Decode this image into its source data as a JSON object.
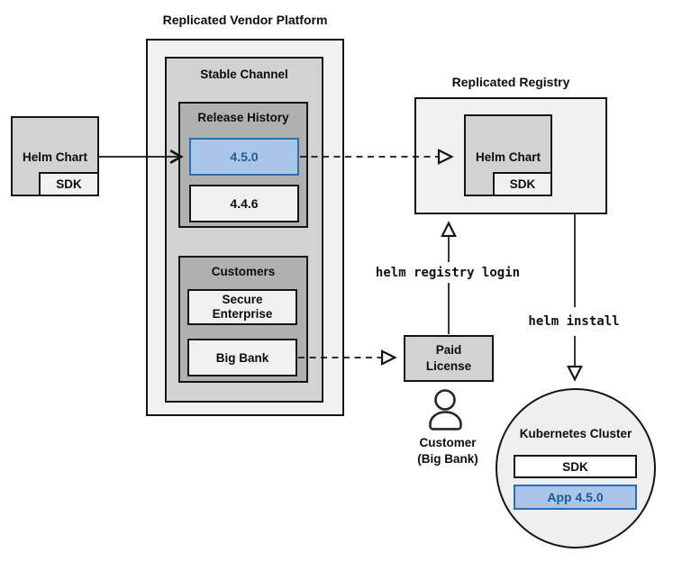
{
  "platform": {
    "title": "Replicated Vendor Platform"
  },
  "stable_channel": {
    "title": "Stable Channel"
  },
  "release_history": {
    "title": "Release History",
    "releases": [
      {
        "version": "4.5.0",
        "highlighted": true
      },
      {
        "version": "4.4.6",
        "highlighted": false
      }
    ]
  },
  "customers": {
    "title": "Customers",
    "items": [
      {
        "name": "Secure Enterprise"
      },
      {
        "name": "Big Bank"
      }
    ]
  },
  "source_chart": {
    "label": "Helm Chart",
    "sdk": "SDK"
  },
  "registry": {
    "title": "Replicated Registry",
    "chart_label": "Helm Chart",
    "sdk": "SDK"
  },
  "paid_license": {
    "label": "Paid License"
  },
  "customer": {
    "line1": "Customer",
    "line2": "(Big Bank)"
  },
  "commands": {
    "login": "helm registry login",
    "install": "helm install"
  },
  "cluster": {
    "title": "Kubernetes Cluster",
    "sdk": "SDK",
    "app": "App 4.5.0"
  },
  "colors": {
    "highlight_fill": "#a9c6e8",
    "highlight_border": "#2a6fb0",
    "highlight_text": "#1d5c91",
    "box_light": "#f1f1f1",
    "box_medium": "#d2d2d2",
    "box_dark": "#b0b0b0",
    "line": "#141414"
  }
}
